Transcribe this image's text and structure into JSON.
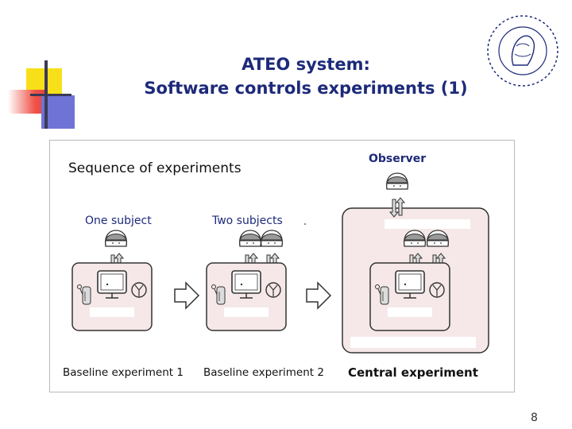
{
  "slide": {
    "title_line1": "ATEO system:",
    "title_line2": "Software controls experiments (1)",
    "page_number": "8"
  },
  "figure": {
    "sequence_label": "Sequence of experiments",
    "observer_label": "Observer",
    "one_subject_label": "One subject",
    "two_subjects_label": "Two subjects",
    "stages": [
      {
        "label": "Baseline experiment 1"
      },
      {
        "label": "Baseline experiment 2"
      },
      {
        "label": "Central experiment"
      }
    ]
  },
  "colors": {
    "title": "#1d2a7a",
    "panel_fill": "#f6e8e8",
    "panel_stroke": "#333333",
    "accent_yellow": "#f7e019",
    "accent_red": "#e8423a",
    "accent_blue": "#6f73d6"
  },
  "icons": [
    "university-seal-icon",
    "person-head-icon",
    "double-arrow-icon",
    "monitor-icon",
    "joystick-icon",
    "steering-wheel-icon",
    "flow-arrow-icon"
  ]
}
